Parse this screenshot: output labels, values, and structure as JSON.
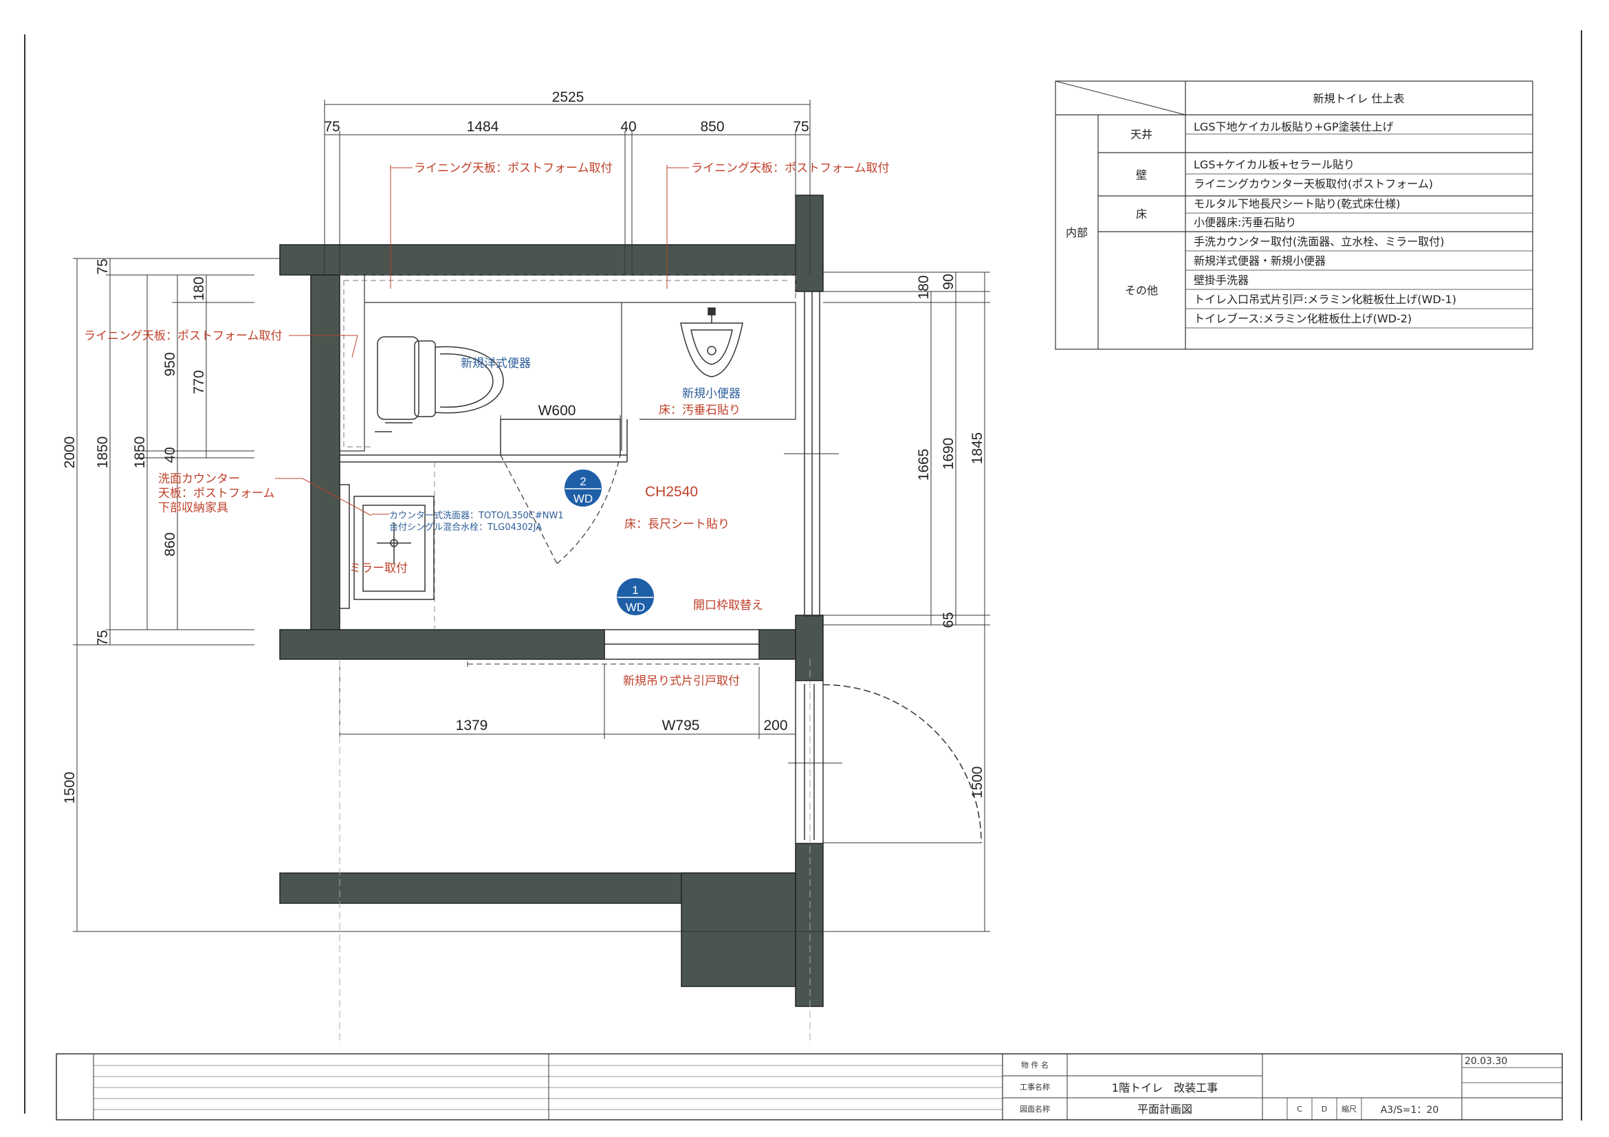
{
  "dimensions": {
    "top_total": "2525",
    "top_parts": [
      "75",
      "1484",
      "40",
      "850",
      "75"
    ],
    "left_outer": [
      "75",
      "2000",
      "1850",
      "1850",
      "75"
    ],
    "left_inner": [
      "180",
      "950",
      "770",
      "40",
      "860"
    ],
    "left_bottom": "1500",
    "right_small": [
      "180",
      "90",
      "65"
    ],
    "right_big": [
      "1665",
      "1690",
      "1845"
    ],
    "right_bottom": "1500",
    "bottom": [
      "1379",
      "W795",
      "200"
    ],
    "w600": "W600"
  },
  "labels": {
    "lining_top_left": "ライニング天板：ポストフォーム取付",
    "lining_top_right": "ライニング天板：ポストフォーム取付",
    "lining_left": "ライニング天板：ポストフォーム取付",
    "toilet": "新規洋式便器",
    "urinal": "新規小便器",
    "urinal_floor": "床：汚垂石貼り",
    "ceiling_height": "CH2540",
    "floor": "床：長尺シート貼り",
    "vanity_1": "洗面カウンター",
    "vanity_2": "天板：ポストフォーム",
    "vanity_3": "下部収納家具",
    "basin_1": "カウンター式洗面器：TOTO/L350C#NW1",
    "basin_2": "台付シングル混合水栓：TLG04302JA",
    "mirror": "ミラー取付",
    "opening": "開口枠取替え",
    "sliding_door": "新規吊り式片引戸取付",
    "wd2_num": "2",
    "wd2_code": "WD",
    "wd1_num": "1",
    "wd1_code": "WD"
  },
  "finish_table": {
    "title": "新規トイレ 仕上表",
    "section": "内部",
    "rows": [
      {
        "category": "天井",
        "items": [
          "LGS下地ケイカル板貼り+GP塗装仕上げ"
        ]
      },
      {
        "category": "壁",
        "items": [
          "LGS+ケイカル板+セラール貼り",
          "ライニングカウンター天板取付(ポストフォーム)"
        ]
      },
      {
        "category": "床",
        "items": [
          "モルタル下地長尺シート貼り(乾式床仕様)",
          "小便器床:汚垂石貼り"
        ]
      },
      {
        "category": "その他",
        "items": [
          "手洗カウンター取付(洗面器、立水栓、ミラー取付)",
          "新規洋式便器・新規小便器",
          "壁掛手洗器",
          "トイレ入口吊式片引戸:メラミン化粧板仕上げ(WD-1)",
          "トイレブース:メラミン化粧板仕上げ(WD-2)"
        ]
      }
    ]
  },
  "title_block": {
    "property_label": "物 件 名",
    "project_label": "工事名称",
    "drawing_label": "図面名称",
    "project_name": "1階トイレ　改装工事",
    "drawing_name": "平面計画図",
    "date": "20.03.30",
    "c_label": "C",
    "d_label": "D",
    "scale_label": "縮尺",
    "scale": "A3/S=1：20"
  },
  "colors": {
    "wall": "#4a5550",
    "annotation": "#c0402a",
    "fixture_label": "#2c5d9a",
    "badge": "#1f5fa8",
    "line": "#333333"
  }
}
